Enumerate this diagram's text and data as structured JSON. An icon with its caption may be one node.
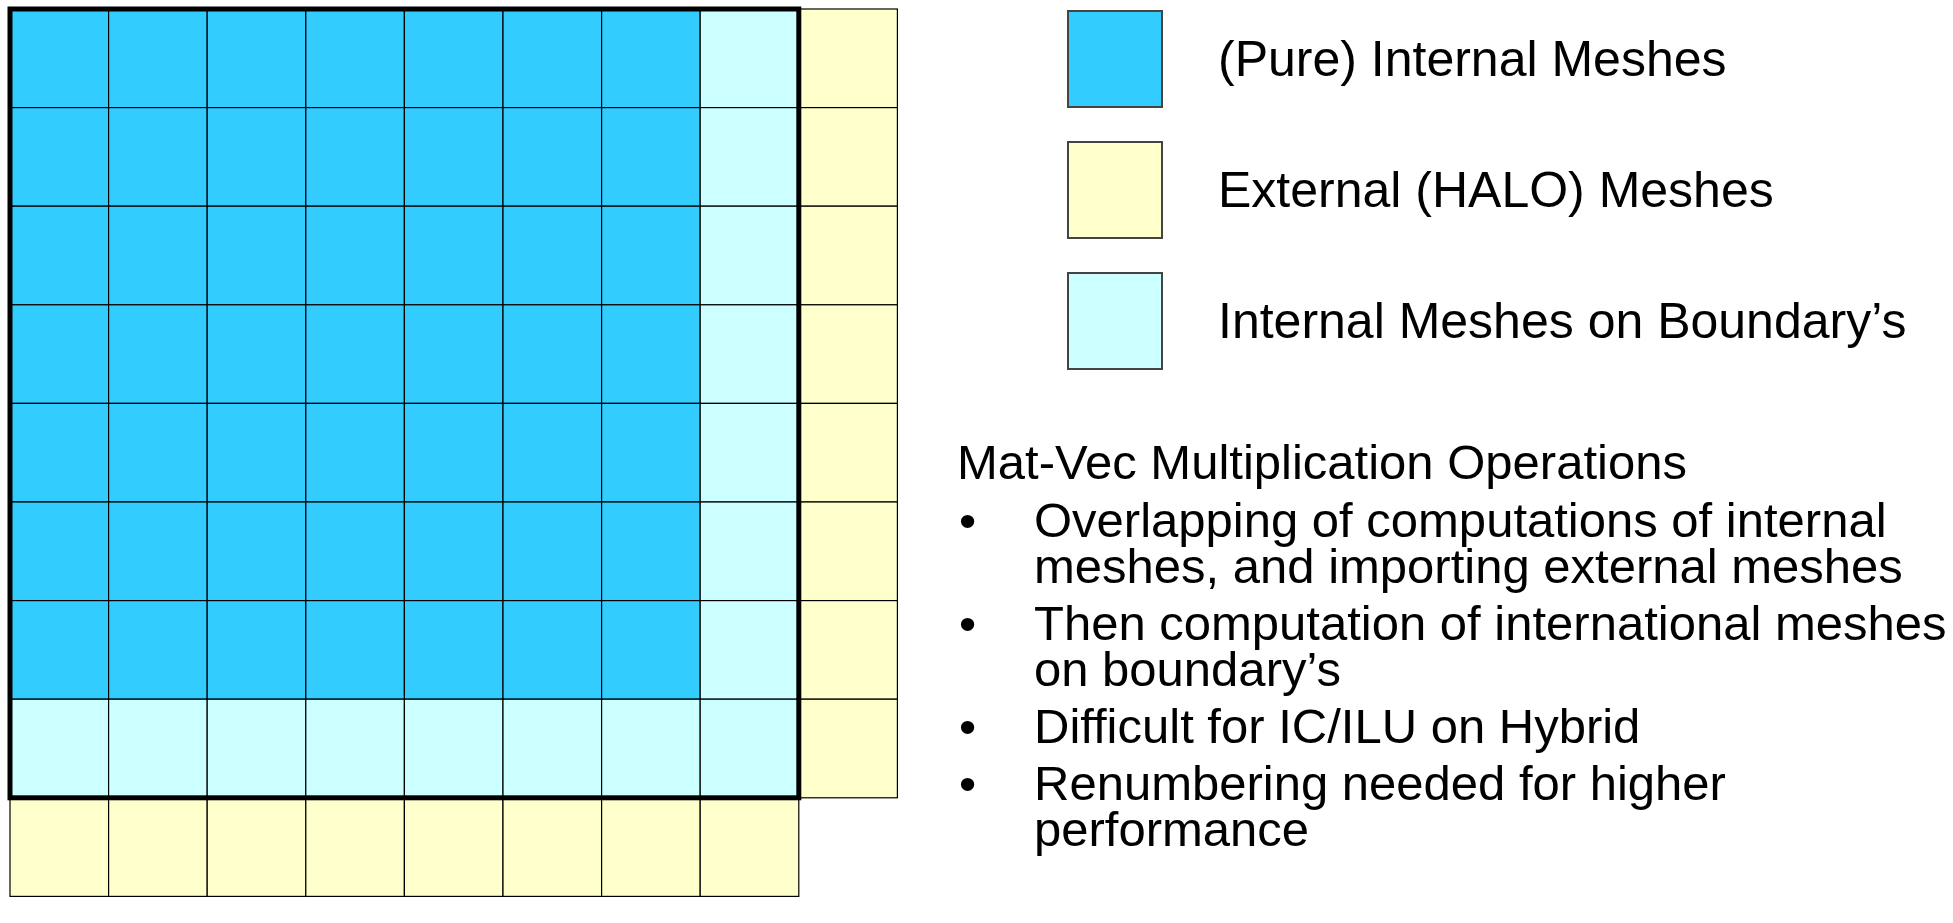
{
  "diagram": {
    "labels": [
      "Mat-Vec Multiplication Operations",
      "•",
      "Overlapping of computations of internal meshes, and importing external meshes",
      "•",
      "Then computation of international meshes on boundary’s",
      "•",
      "Difficult for IC/ILU on Hybrid",
      "•",
      "Renumbering needed for higher performance"
    ],
    "legend": [
      {
        "text": "(Pure) Internal Meshes",
        "color": "#33ccff"
      },
      {
        "text": "External (HALO) Meshes",
        "color": "#ffffcc"
      },
      {
        "text": "Internal Meshes on Boundary’s",
        "color": "#ccffff"
      }
    ]
  }
}
